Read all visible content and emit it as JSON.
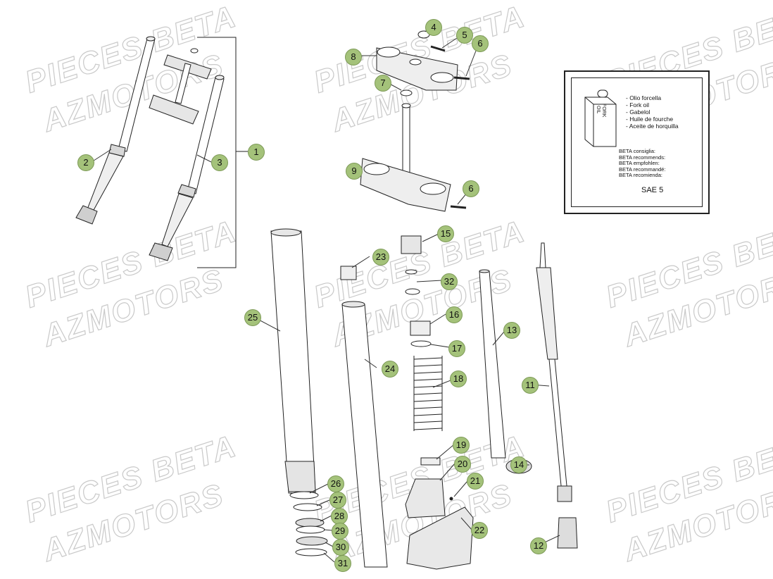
{
  "watermark": {
    "line1": "PIECES BETA",
    "line2": "AZMOTORS"
  },
  "oil_panel": {
    "can_label_1": "FORK",
    "can_label_2": "OIL",
    "languages": [
      "- Olio forcella",
      "- Fork oil",
      "- Gabelol",
      "- Huile de fourche",
      "- Aceite de horquilla"
    ],
    "recommend": [
      "BETA consiglia:",
      "BETA recommends:",
      "BETA empfohlen:",
      "BETA recommandé:",
      "BETA recomienda:"
    ],
    "grade": "SAE 5"
  },
  "callouts": [
    "1",
    "2",
    "3",
    "4",
    "5",
    "6",
    "6",
    "7",
    "8",
    "9",
    "11",
    "12",
    "13",
    "14",
    "15",
    "16",
    "17",
    "18",
    "19",
    "20",
    "21",
    "22",
    "23",
    "24",
    "25",
    "26",
    "27",
    "28",
    "29",
    "30",
    "31",
    "32"
  ]
}
